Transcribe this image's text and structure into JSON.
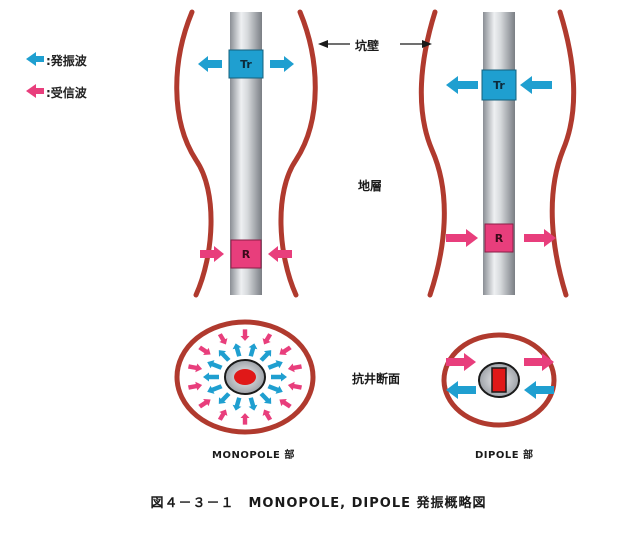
{
  "legend": {
    "items": [
      {
        "label": ":発振波",
        "color": "#1f9fd0"
      },
      {
        "label": ":受信波",
        "color": "#e83e7c"
      }
    ]
  },
  "labels": {
    "wall": "坑壁",
    "stratum": "地層",
    "cross_section": "抗井断面",
    "monopole_caption": "MONOPOLE 部",
    "dipole_caption": "DIPOLE 部",
    "figure_title": "図４－３－１　MONOPOLE, DIPOLE 発振概略図"
  },
  "boxes": {
    "transmitter": "Tr",
    "receiver": "R"
  },
  "colors": {
    "transmit": "#1f9fd0",
    "receive": "#e83e7c",
    "wall": "#b03a2e",
    "tool_dark": "#7d8187",
    "tool_light": "#e9ebee",
    "core": "#e01818"
  }
}
